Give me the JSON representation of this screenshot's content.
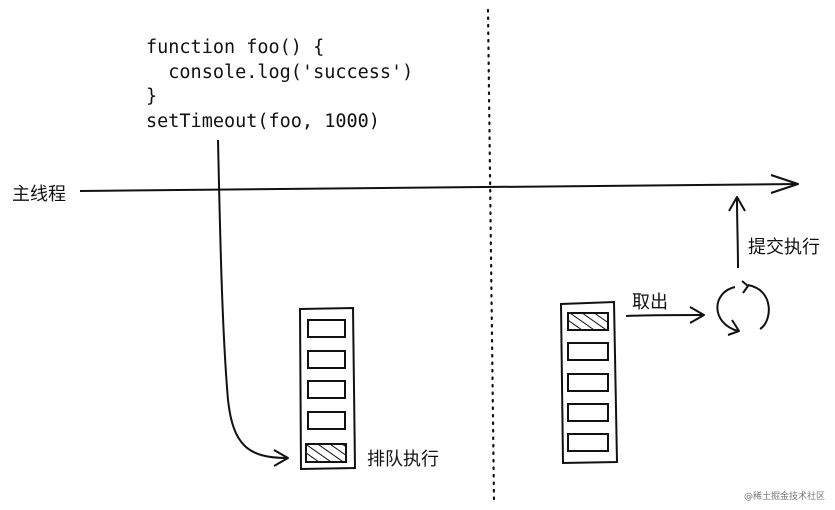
{
  "code": {
    "lines": [
      "function foo() {",
      "  console.log('success')",
      "}",
      "setTimeout(foo, 1000)"
    ]
  },
  "labels": {
    "main_thread": "主线程",
    "enqueue": "排队执行",
    "take_out": "取出",
    "submit": "提交执行"
  },
  "watermark": "@稀土掘金技术社区",
  "colors": {
    "stroke": "#111111",
    "background": "#ffffff"
  }
}
